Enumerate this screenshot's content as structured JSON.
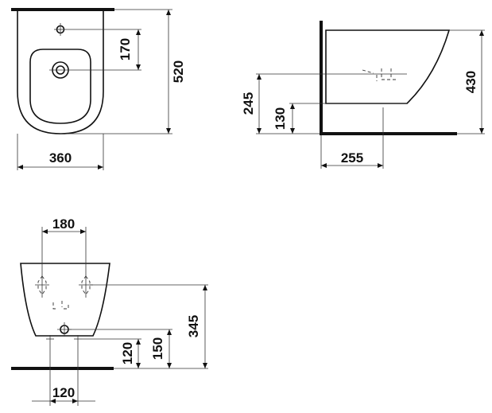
{
  "views": {
    "top": {
      "dimensions": {
        "width": "360",
        "height": "520",
        "tap_offset": "170"
      }
    },
    "side": {
      "dimensions": {
        "height": "430",
        "depth": "255",
        "fixing_height": "245",
        "waste_height": "130"
      }
    },
    "front": {
      "dimensions": {
        "fixing_spacing": "180",
        "height": "345",
        "waste_height_a": "120",
        "waste_height_b": "150",
        "waste_spacing": "120"
      }
    }
  }
}
